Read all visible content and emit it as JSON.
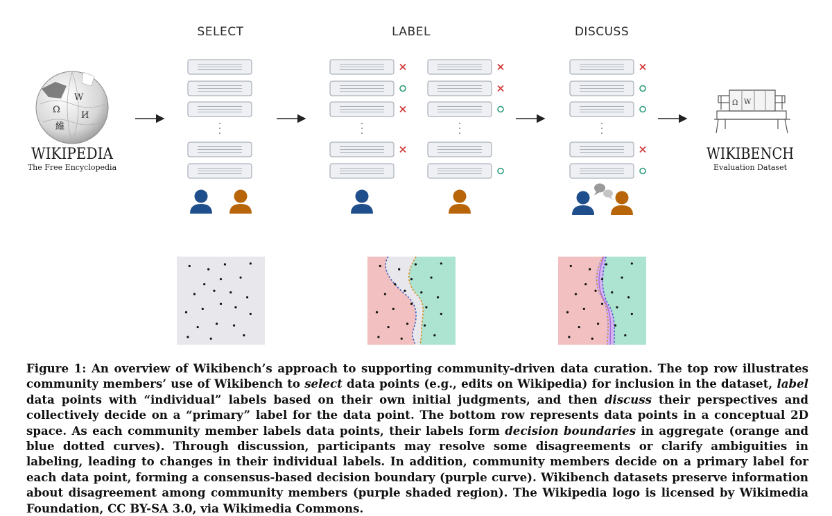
{
  "figure": {
    "stages": [
      {
        "id": "select",
        "title": "SELECT"
      },
      {
        "id": "label",
        "title": "LABEL"
      },
      {
        "id": "discuss",
        "title": "DISCUSS"
      }
    ],
    "source": {
      "title": "WIKIPEDIA",
      "subtitle": "The Free Encyclopedia",
      "logo_glyphs": [
        "Ω",
        "W",
        "И",
        "維",
        "Ω"
      ],
      "icon": "wikipedia-globe-icon"
    },
    "output": {
      "title": "WIKIBENCH",
      "subtitle": "Evaluation Dataset",
      "icon": "wikibench-bench-icon"
    },
    "labels": {
      "label_column_1": [
        "x",
        "o",
        "x",
        "x",
        "none"
      ],
      "label_column_2": [
        "x",
        "x",
        "o",
        "none",
        "o"
      ],
      "discuss_column": [
        "x",
        "o",
        "o",
        "x",
        "o"
      ]
    },
    "colors": {
      "person_blue": "#1f4e8c",
      "person_orange": "#b8650a",
      "mark_x": "#d23b3b",
      "mark_o": "#2e9a7a",
      "region_red": "#f2c0c0",
      "region_green": "#ace3d1",
      "region_gray": "#e8e8ec",
      "region_purple": "#d6b4f0",
      "boundary_orange": "#d98a1a",
      "boundary_blue": "#3b5fbf"
    }
  },
  "caption": {
    "figure_label": "Figure 1:",
    "p1": " An overview of Wikibench’s approach to supporting community-driven data curation. The top row illustrates community members’ use of Wikibench to ",
    "e1": "select",
    "p2": " data points (e.g., edits on Wikipedia) for inclusion in the dataset, ",
    "e2": "label",
    "p3": " data points with “individual” labels based on their own initial judgments, and then ",
    "e3": "discuss",
    "p4": " their perspectives and collectively decide on a “primary” label for the data point. The bottom row represents data points in a conceptual 2D space. As each community member labels data points, their labels form ",
    "e4": "decision boundaries",
    "p5": " in aggregate (orange and blue dotted curves). Through discussion, participants may resolve some disagreements or clarify ambiguities in labeling, leading to changes in their individual labels. In addition, community members decide on a primary label for each data point, forming a consensus-based decision boundary (purple curve). Wikibench datasets preserve information about disagreement among community members (purple shaded region). The Wikipedia logo is licensed by Wikimedia Foundation, CC BY-SA 3.0, via Wikimedia Commons."
  }
}
